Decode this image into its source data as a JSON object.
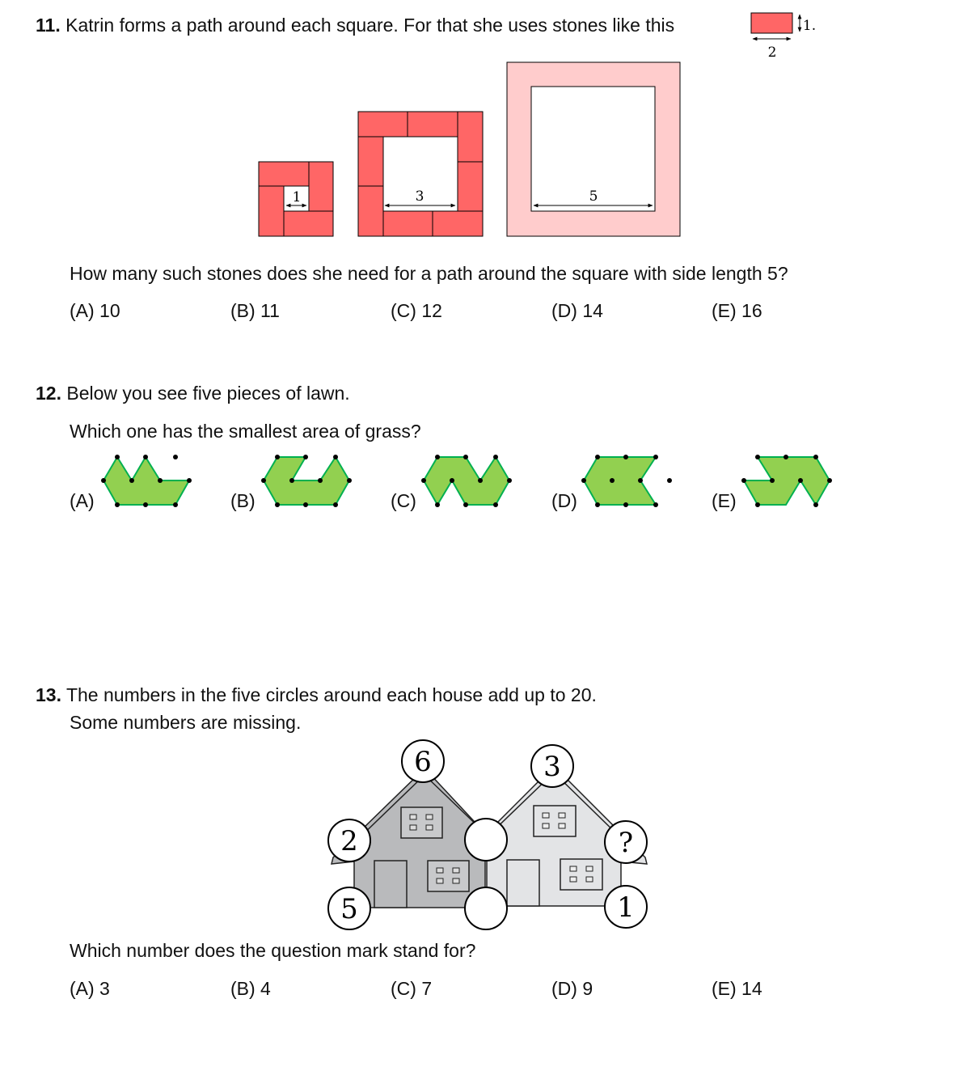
{
  "q11": {
    "number": "11.",
    "text": "Katrin forms a path around each square. For that she uses stones like this",
    "stone_height": "1.",
    "stone_width": "2",
    "square_labels": [
      "1",
      "3",
      "5"
    ],
    "question": "How many such stones does she need for a path around the square with side length 5?",
    "answers": [
      "(A) 10",
      "(B) 11",
      "(C) 12",
      "(D) 14",
      "(E) 16"
    ],
    "colors": {
      "stone": "#ff6666",
      "path_light": "#ffcccc"
    }
  },
  "q12": {
    "number": "12.",
    "text": "Below you see five pieces of lawn.",
    "question": "Which one has the smallest area of grass?",
    "options": [
      "(A)",
      "(B)",
      "(C)",
      "(D)",
      "(E)"
    ],
    "colors": {
      "grass": "#92d050",
      "edge": "#00b050"
    }
  },
  "q13": {
    "number": "13.",
    "text": "The numbers in the five circles around each house add up to 20.",
    "text2": "Some numbers are missing.",
    "circles": {
      "top_left": "6",
      "top_right": "3",
      "left_mid": "2",
      "left_bottom": "5",
      "right_mid": "?",
      "right_bottom": "1"
    },
    "question": "Which number does the question mark stand for?",
    "answers": [
      "(A) 3",
      "(B) 4",
      "(C) 7",
      "(D) 9",
      "(E) 14"
    ]
  }
}
